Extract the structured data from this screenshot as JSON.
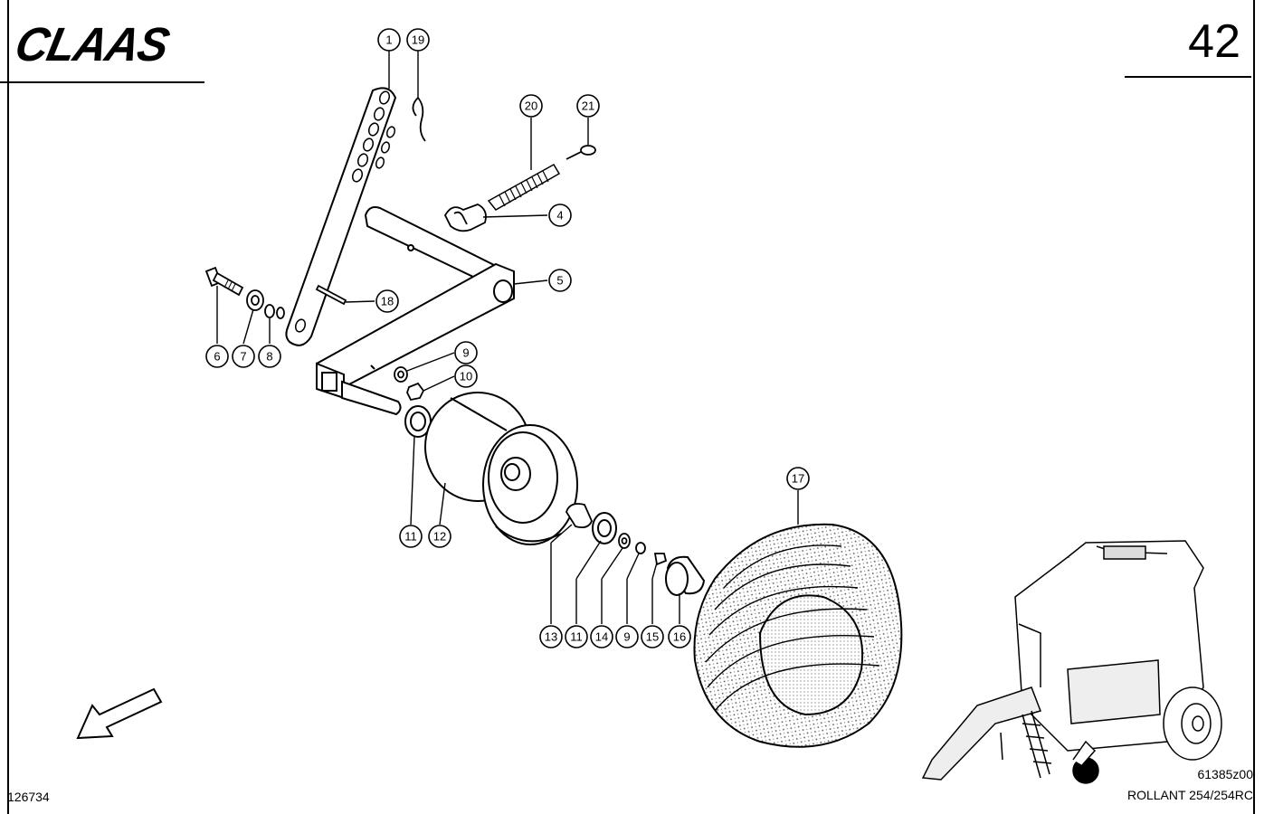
{
  "header": {
    "brand": "CLAAS",
    "page_number": "42"
  },
  "footer": {
    "drawing_id": "126734",
    "figure_code": "61385z00",
    "model": "ROLLANT 254/254RC"
  },
  "callouts": [
    "1",
    "19",
    "20",
    "21",
    "4",
    "5",
    "18",
    "6",
    "7",
    "8",
    "9",
    "10",
    "11",
    "12",
    "17",
    "13",
    "11",
    "14",
    "9",
    "15",
    "16"
  ]
}
